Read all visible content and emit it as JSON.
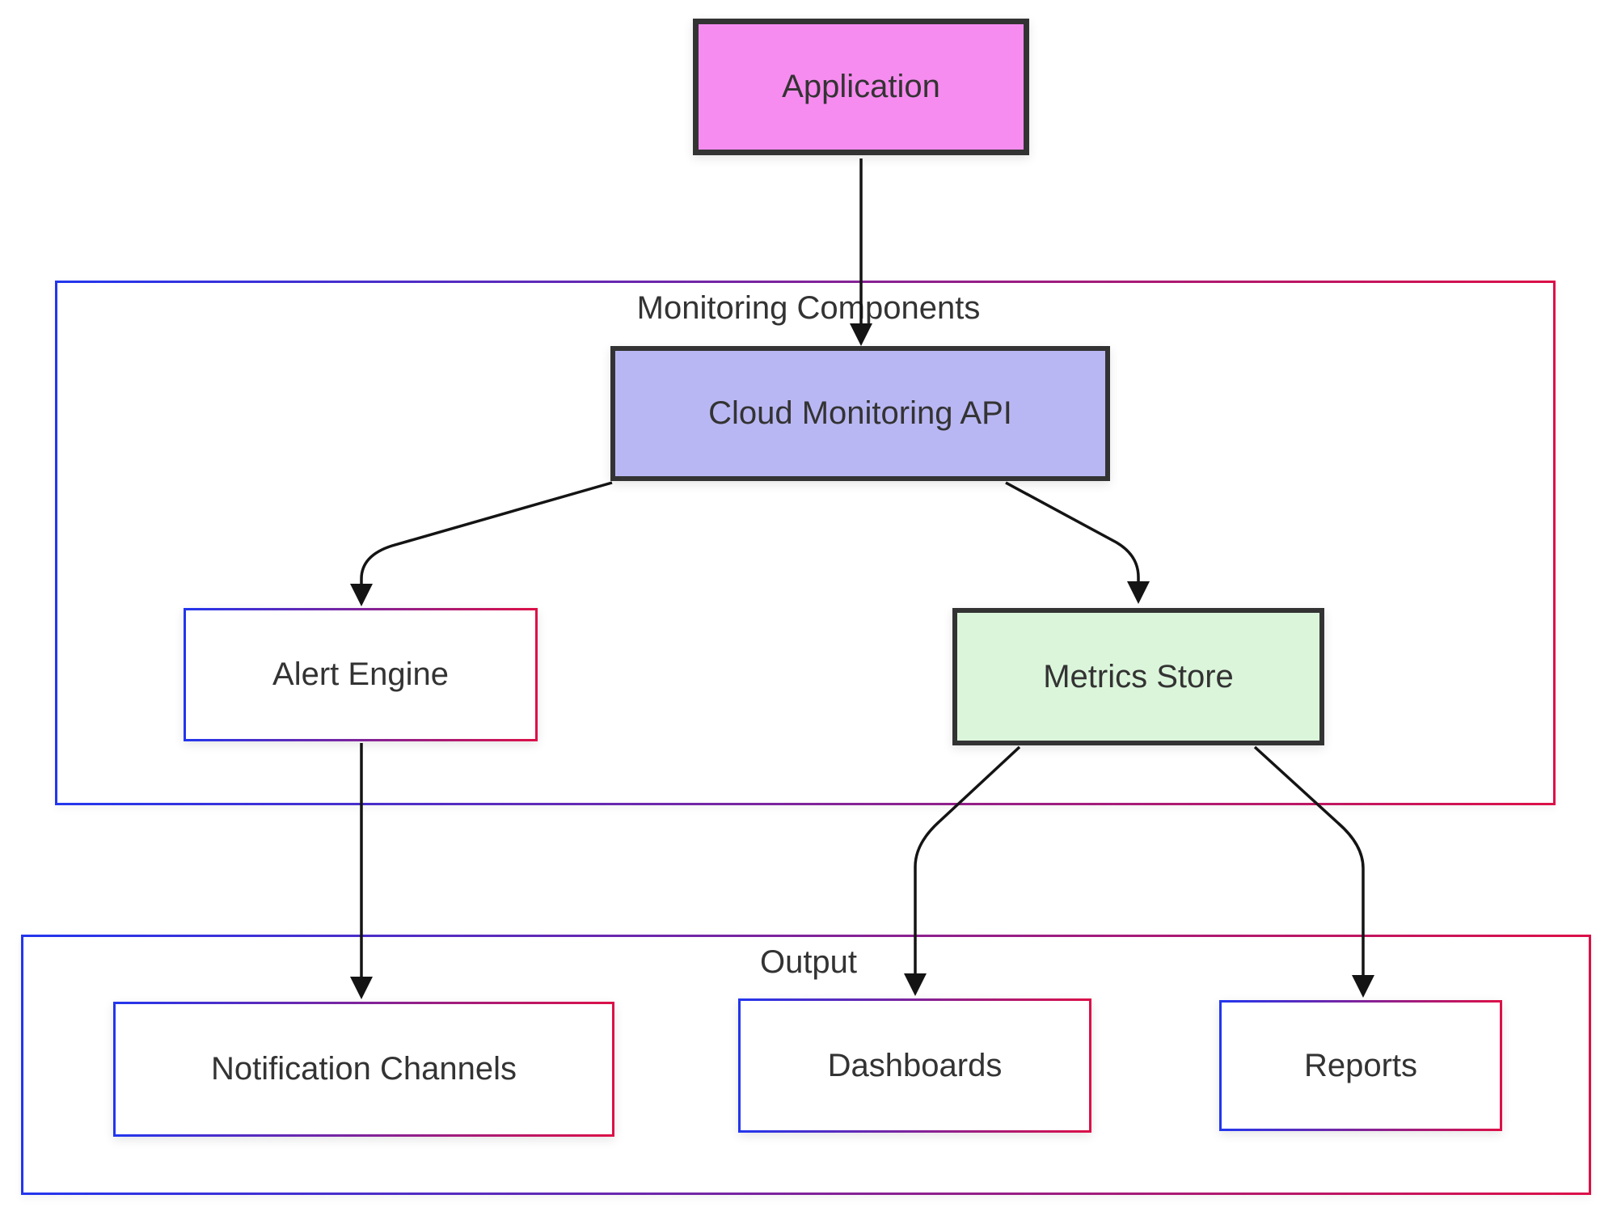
{
  "diagram": {
    "type": "flowchart",
    "nodes": {
      "application": {
        "label": "Application"
      },
      "cloud_monitoring_api": {
        "label": "Cloud Monitoring API"
      },
      "alert_engine": {
        "label": "Alert Engine"
      },
      "metrics_store": {
        "label": "Metrics Store"
      },
      "notification_channels": {
        "label": "Notification Channels"
      },
      "dashboards": {
        "label": "Dashboards"
      },
      "reports": {
        "label": "Reports"
      }
    },
    "containers": {
      "monitoring": {
        "label": "Monitoring Components"
      },
      "output": {
        "label": "Output"
      }
    },
    "edges": [
      {
        "from": "application",
        "to": "cloud_monitoring_api"
      },
      {
        "from": "cloud_monitoring_api",
        "to": "alert_engine"
      },
      {
        "from": "cloud_monitoring_api",
        "to": "metrics_store"
      },
      {
        "from": "alert_engine",
        "to": "notification_channels"
      },
      {
        "from": "metrics_store",
        "to": "dashboards"
      },
      {
        "from": "metrics_store",
        "to": "reports"
      }
    ],
    "colors": {
      "application_fill": "#f78cf0",
      "api_fill": "#b9b7f3",
      "metrics_fill": "#dbf5da",
      "node_border_dark": "#333333",
      "gradient_start": "#2336ee",
      "gradient_end": "#dc1048",
      "edge_color": "#141414",
      "text_color": "#333333"
    }
  }
}
